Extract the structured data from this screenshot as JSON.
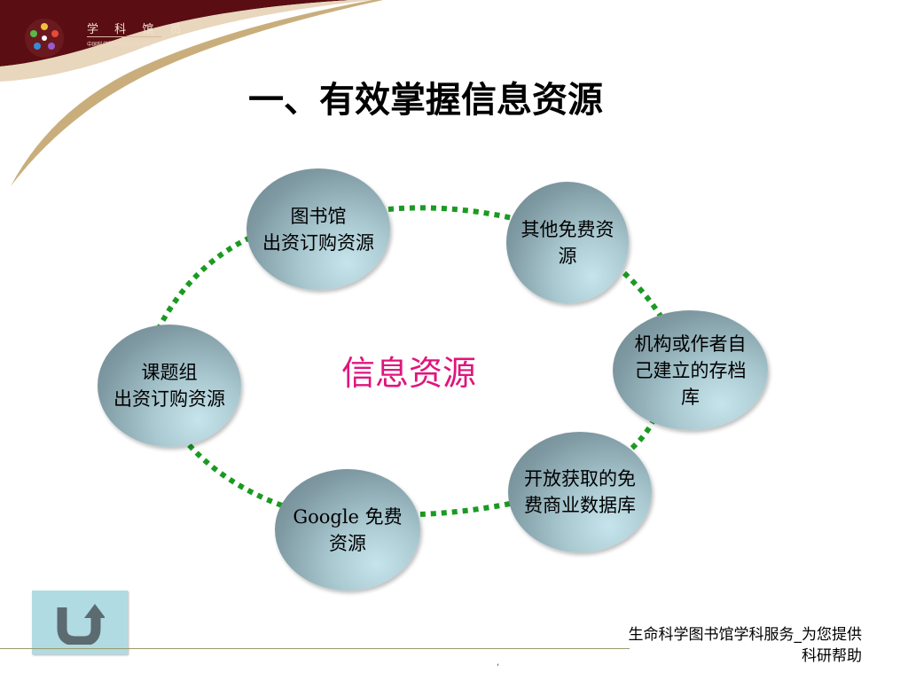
{
  "header": {
    "logo_title": "学 科 馆 员",
    "logo_subtitle": "中国科学院国家科学图书馆"
  },
  "title": "一、有效掌握信息资源",
  "center_label": "信息资源",
  "nodes": [
    {
      "label": "图书馆\n出资订购资源"
    },
    {
      "label": "其他免费资\n源"
    },
    {
      "label": "机构或作者自\n己建立的存档\n库"
    },
    {
      "label": "开放获取的免\n费商业数据库"
    },
    {
      "label": "Google 免费\n资源"
    },
    {
      "label": "课题组\n出资订购资源"
    }
  ],
  "back_button": {
    "icon": "u-turn-arrow-icon"
  },
  "footer": {
    "line1": "生命科学图书馆学科服务_为您提供",
    "line2": "科研帮助"
  },
  "page_mark": ",",
  "colors": {
    "header_maroon": "#5a0d12",
    "accent_gold": "#c9ae7c",
    "connector_green": "#1b9a22",
    "center_pink": "#e0157c",
    "back_button_bg": "#b1dbe2"
  }
}
